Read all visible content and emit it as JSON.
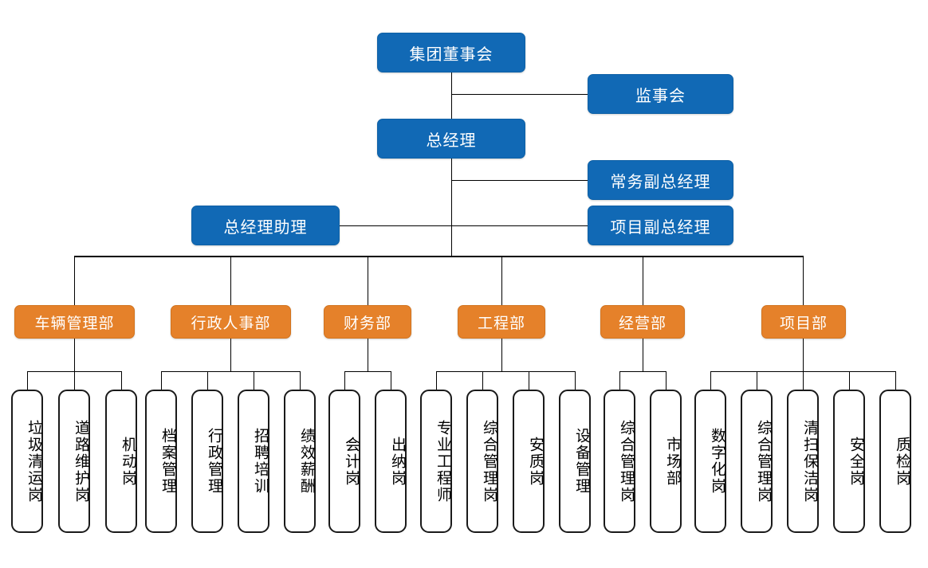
{
  "chart": {
    "title": "",
    "type": "org-chart",
    "colors": {
      "blue": "#1169b5",
      "orange": "#e5812a",
      "leaf_border": "#1a1a1a",
      "leaf_fill": "#ffffff",
      "line": "#000000"
    }
  },
  "top": {
    "board": "集团董事会",
    "supervisory": "监事会",
    "general_manager": "总经理",
    "deputy_executive": "常务副总经理",
    "deputy_project": "项目副总经理",
    "gm_assistant": "总经理助理"
  },
  "departments": [
    {
      "name": "车辆管理部",
      "children": [
        "垃圾清运岗",
        "道路维护岗",
        "机动岗"
      ]
    },
    {
      "name": "行政人事部",
      "children": [
        "档案管理",
        "行政管理",
        "招聘培训",
        "绩效薪酬"
      ]
    },
    {
      "name": "财务部",
      "children": [
        "会计岗",
        "出纳岗"
      ]
    },
    {
      "name": "工程部",
      "children": [
        "专业工程师",
        "综合管理岗",
        "安质岗",
        "设备管理"
      ]
    },
    {
      "name": "经营部",
      "children": [
        "综合管理岗",
        "市场部"
      ]
    },
    {
      "name": "项目部",
      "children": [
        "数字化岗",
        "综合管理岗",
        "清扫保洁岗",
        "安全岗",
        "质检岗"
      ]
    }
  ]
}
